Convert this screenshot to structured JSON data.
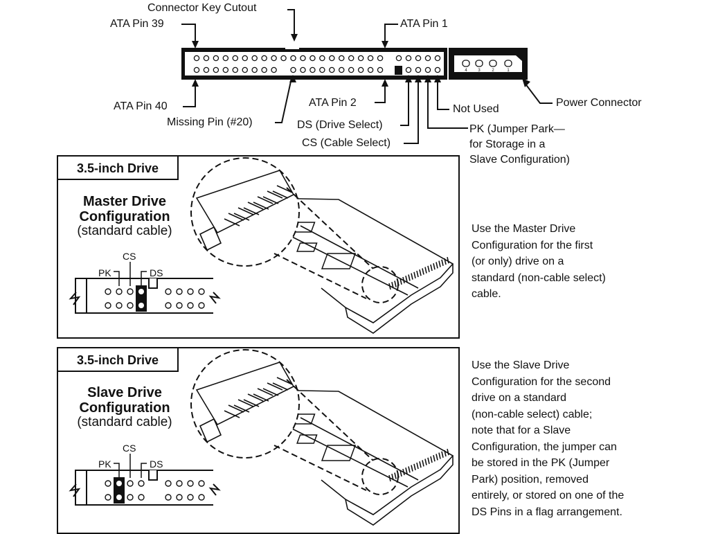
{
  "connector_labels": {
    "key_cutout": "Connector Key Cutout",
    "ata_pin_39": "ATA Pin 39",
    "ata_pin_1": "ATA Pin 1",
    "ata_pin_40": "ATA Pin 40",
    "ata_pin_2": "ATA Pin 2",
    "missing_pin": "Missing Pin (#20)",
    "ds": "DS (Drive Select)",
    "cs": "CS (Cable Select)",
    "not_used": "Not Used",
    "pk": "PK (Jumper Park—\nfor Storage in a\nSlave Configuration)",
    "power_connector": "Power Connector",
    "power_pins": [
      "4",
      "3",
      "2",
      "1"
    ]
  },
  "panels": [
    {
      "tab": "3.5-inch Drive",
      "title": "Master Drive\nConfiguration",
      "subtitle": "(standard cable)",
      "cs_label": "CS",
      "pk_label": "PK",
      "ds_label": "DS",
      "description": "Use the Master Drive\nConfiguration for the first\n(or only) drive on a\nstandard (non-cable select)\ncable."
    },
    {
      "tab": "3.5-inch Drive",
      "title": "Slave Drive\nConfiguration",
      "subtitle": "(standard cable)",
      "cs_label": "CS",
      "pk_label": "PK",
      "ds_label": "DS",
      "description": "Use the Slave Drive\nConfiguration for the second\ndrive on a standard\n(non-cable select) cable;\nnote that for a Slave\nConfiguration, the jumper can\nbe stored in the PK (Jumper\nPark) position, removed\nentirely, or stored on one of the\nDS Pins in a flag arrangement."
    }
  ]
}
